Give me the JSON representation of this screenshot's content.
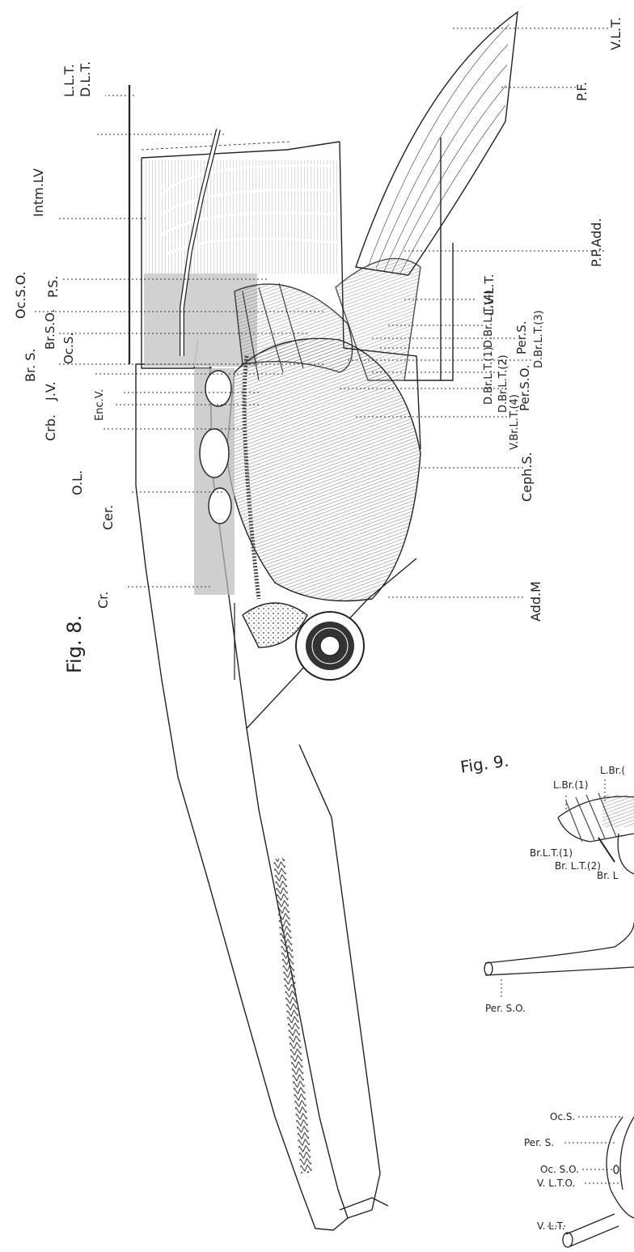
{
  "fig8": {
    "caption": "Fig. 8.",
    "labels": {
      "vlt_top": "V.L.T.",
      "pf": "P.F.",
      "dlt": "D.L.T.",
      "llt": "L.L.T.",
      "intm_lv": "Intm.LV",
      "pp_add": "P.P.Add.",
      "ps": "P.S.",
      "ocso": "Oc.S.O.",
      "lvlt": "L.V.L.T.",
      "dbrlt4": "D.Br.L.T.(4)",
      "brso": "Br.S.O.",
      "pers": "Per.S.",
      "ocs": "Oc.S.",
      "dbrlt3": "D.Br.L.T.(3)",
      "brs": "Br. S.",
      "dbrlt1": "D.Br.L.T.(1)",
      "dbrlt2": "D.Br.L.T.(2)",
      "jv": "J.V.",
      "perso": "Per.S.O.",
      "crb": "Crb.",
      "encv": "Enc.V.",
      "vbrlt4": "V.Br.L.T.(4)",
      "ol": "O.L.",
      "cephs": "Ceph.S.",
      "cer": "Cer.",
      "cr": "Cr.",
      "addm": "Add.M"
    }
  },
  "fig9": {
    "caption": "Fig. 9.",
    "labels": {
      "lbr1": "L.Br.(1)",
      "lbr2": "L.Br.(",
      "brlt1": "Br.L.T.(1)",
      "brlt2": "Br. L.T.(2)",
      "brl": "Br. L",
      "perso": "Per. S.O.",
      "ocs": "Oc.S.",
      "pers": "Per. S.",
      "ocso": "Oc. S.O.",
      "vlto": "V. L.T.O.",
      "vlt": "V. L.T."
    }
  }
}
